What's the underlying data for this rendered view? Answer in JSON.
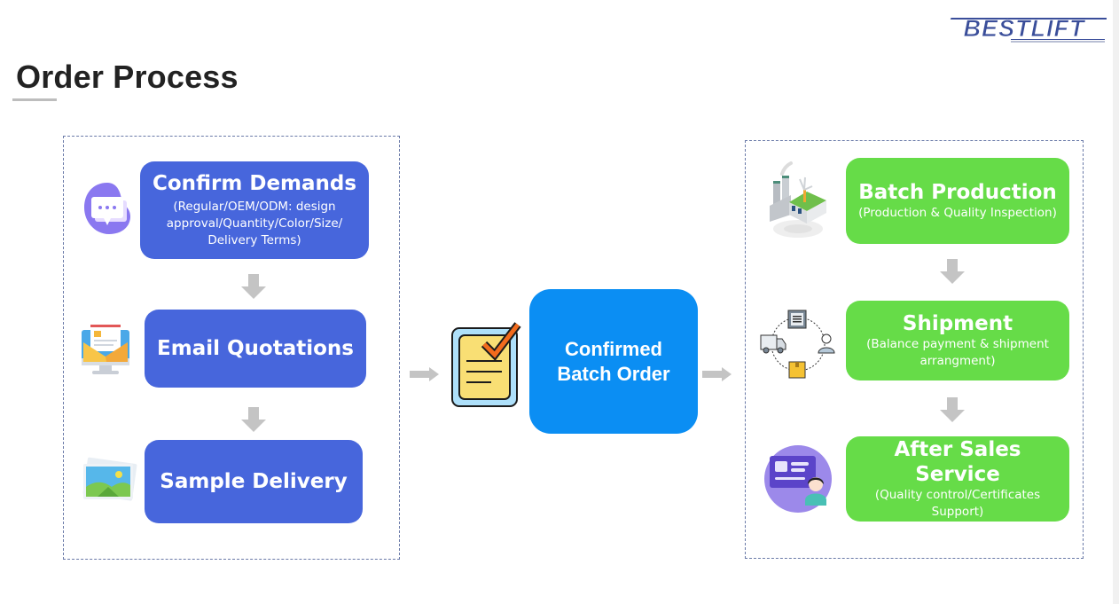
{
  "header": {
    "logo_text": "BESTLIFT",
    "title": "Order Process"
  },
  "left_steps": [
    {
      "title": "Confirm Demands",
      "subtitle_lines": [
        "(Regular/OEM/ODM: design",
        "approval/Quantity/Color/Size/",
        "Delivery Terms)"
      ],
      "icon": "chat-bubble-icon"
    },
    {
      "title": "Email Quotations",
      "icon": "email-monitor-icon"
    },
    {
      "title": "Sample Delivery",
      "icon": "picture-icon"
    }
  ],
  "center": {
    "title_lines": [
      "Confirmed",
      "Batch Order"
    ],
    "icon": "checklist-icon"
  },
  "right_steps": [
    {
      "title": "Batch Production",
      "subtitle_lines": [
        "(Production & Quality Inspection)"
      ],
      "icon": "factory-icon"
    },
    {
      "title": "Shipment",
      "subtitle_lines": [
        "(Balance payment & shipment",
        "arrangment)"
      ],
      "icon": "logistics-cycle-icon"
    },
    {
      "title": "After Sales Service",
      "subtitle_lines": [
        "(Quality control/Certificates",
        "Support)"
      ],
      "icon": "customer-service-icon"
    }
  ],
  "colors": {
    "left_box": "#4766dc",
    "right_box": "#66dc48",
    "center_box": "#0b8ef3",
    "arrow": "#c4c4c4",
    "frame": "#6a7aa8"
  }
}
